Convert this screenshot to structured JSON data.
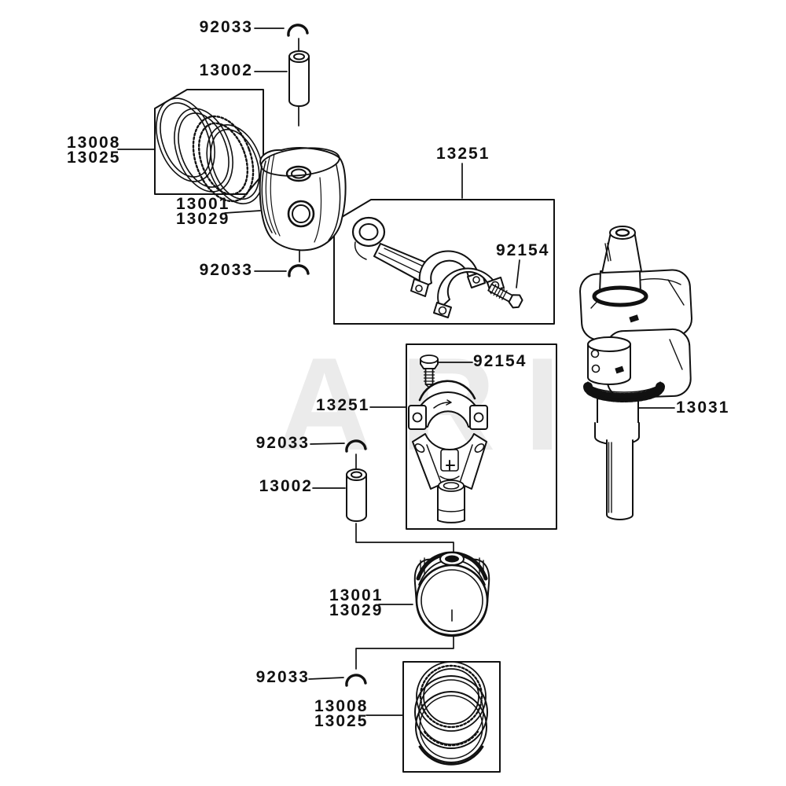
{
  "watermark": "ARI",
  "labels": [
    {
      "text": "92033"
    },
    {
      "text": "13002"
    },
    {
      "text": "13008"
    },
    {
      "text": "13025"
    },
    {
      "text": "13001"
    },
    {
      "text": "13029"
    },
    {
      "text": "92033"
    },
    {
      "text": "13251"
    },
    {
      "text": "92154"
    },
    {
      "text": "13031"
    },
    {
      "text": "92154"
    },
    {
      "text": "13251"
    },
    {
      "text": "92033"
    },
    {
      "text": "13002"
    },
    {
      "text": "13001"
    },
    {
      "text": "13029"
    },
    {
      "text": "92033"
    },
    {
      "text": "13008"
    },
    {
      "text": "13025"
    }
  ],
  "colors": {
    "line": "#111111",
    "watermark": "#ebebeb",
    "background": "#ffffff"
  }
}
